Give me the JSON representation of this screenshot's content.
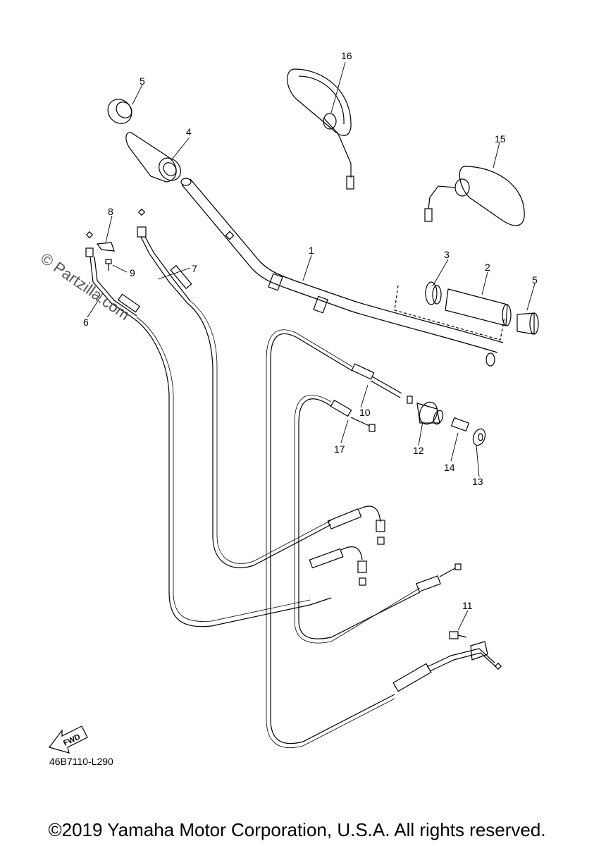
{
  "watermark": "© Partzilla.com",
  "fwd_label": "FWD",
  "diagram_code": "46B7110-L290",
  "copyright": "©2019 Yamaha Motor Corporation, U.S.A. All rights reserved.",
  "callouts": {
    "p1": "1",
    "p2": "2",
    "p3": "3",
    "p4": "4",
    "p5a": "5",
    "p5b": "5",
    "p6": "6",
    "p7": "7",
    "p8": "8",
    "p9": "9",
    "p10": "10",
    "p11": "11",
    "p12": "12",
    "p13": "13",
    "p14": "14",
    "p15": "15",
    "p16": "16",
    "p17": "17"
  }
}
